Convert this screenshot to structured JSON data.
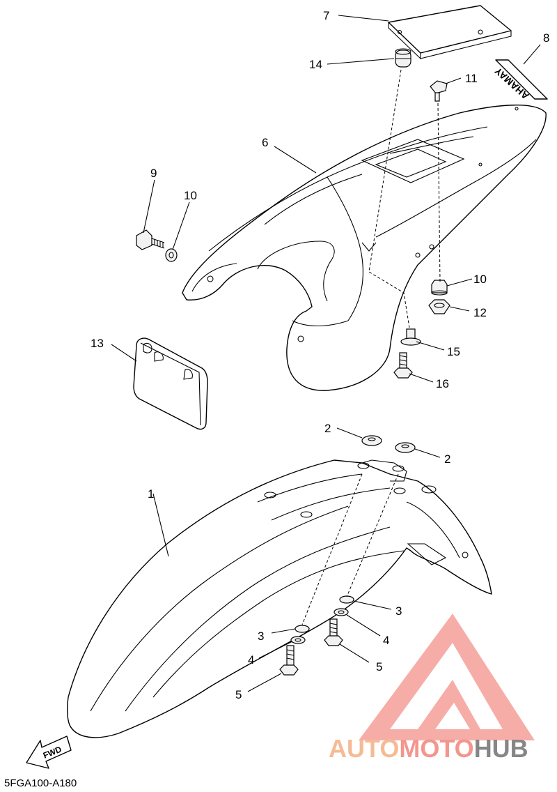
{
  "diagram": {
    "code": "5FGA100-A180",
    "fwd_label": "FWD",
    "logo_text": "YAMAHA",
    "watermark": {
      "part1": "AUTO",
      "part2": "MOTO",
      "part3": "HUB",
      "color_primary": "#f28b82",
      "color_secondary": "#f5b48a",
      "color_dark": "#7a7a7a"
    },
    "callouts": {
      "c7": "7",
      "c8": "8",
      "c14": "14",
      "c11": "11",
      "c6": "6",
      "c9": "9",
      "c10a": "10",
      "c10b": "10",
      "c12": "12",
      "c15": "15",
      "c13": "13",
      "c16": "16",
      "c2a": "2",
      "c2b": "2",
      "c1": "1",
      "c3a": "3",
      "c4a": "4",
      "c3b": "3",
      "c4b": "4",
      "c5a": "5",
      "c5b": "5"
    }
  }
}
